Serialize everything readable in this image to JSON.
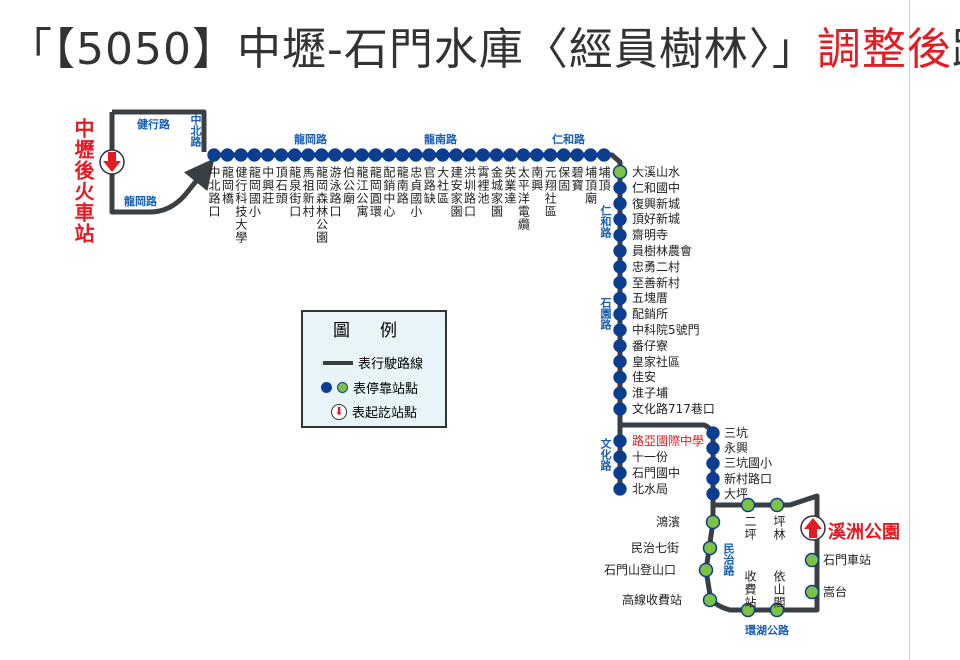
{
  "title": {
    "part1": "「【5050】中壢-石門水庫〈經員樹林〉」",
    "part2": "調整後",
    "part3": "路線圖"
  },
  "origin": "中壢後火車站",
  "destination": "溪洲公園",
  "roads": {
    "jianxing": "健行路",
    "zhongbei": "中北路",
    "longgang_loop": "龍岡路",
    "longgang": "龍岡路",
    "longnan": "龍南路",
    "renhe_top": "仁和路",
    "renhe_side": "仁和路",
    "shiyuan": "石園路",
    "wenhua": "文化路",
    "minzhi": "民治路",
    "huanhu": "環湖公路"
  },
  "top_stations": [
    "中北路口",
    "龍岡橋",
    "健行科技大學",
    "龍岡國小",
    "中興莊",
    "頂石頭",
    "龍泉街口",
    "馬祖新村",
    "龍岡森林公園",
    "游泳路口",
    "伯公廟",
    "龍江公寓",
    "龍岡圓環",
    "配銷中心",
    "龍南路",
    "忠貞國小",
    "官路缺",
    "大社區",
    "建安家園",
    "洪圳路口",
    "霄裡池",
    "金城家園",
    "英業達",
    "太平洋電纜",
    "南興",
    "元翔社區",
    "保固",
    "碧寶",
    "埔頂廟",
    "埔頂"
  ],
  "right_stations": [
    "大溪山水",
    "仁和國中",
    "復興新城",
    "頂好新城",
    "齋明寺",
    "員樹林農會",
    "忠勇二村",
    "至善新村",
    "五塊厝",
    "配銷所",
    "中科院5號門",
    "番仔寮",
    "皇家社區",
    "佳安",
    "淮子埔",
    "文化路717巷口"
  ],
  "wenhua_stations": [
    "路亞國際中學",
    "十一份",
    "石門國中",
    "北水局"
  ],
  "sankeng_stations": [
    "三坑",
    "永興",
    "三坑國小",
    "新村路口",
    "大坪"
  ],
  "loop_stations": [
    "二坪",
    "坪林",
    "鴻濱",
    "民治七街",
    "石門山登山口",
    "高線收費站",
    "收費站",
    "依山閣",
    "嵩台",
    "石門車站"
  ],
  "legend": {
    "title": "圖例",
    "route": "表行駛路線",
    "stop": "表停靠站點",
    "terminal": "表起訖站點"
  },
  "colors": {
    "route": "#3a3f44",
    "stop_blue": "#0b3d91",
    "stop_green": "#7dc242",
    "red": "#e31b23",
    "road_label": "#1a5fb4"
  }
}
